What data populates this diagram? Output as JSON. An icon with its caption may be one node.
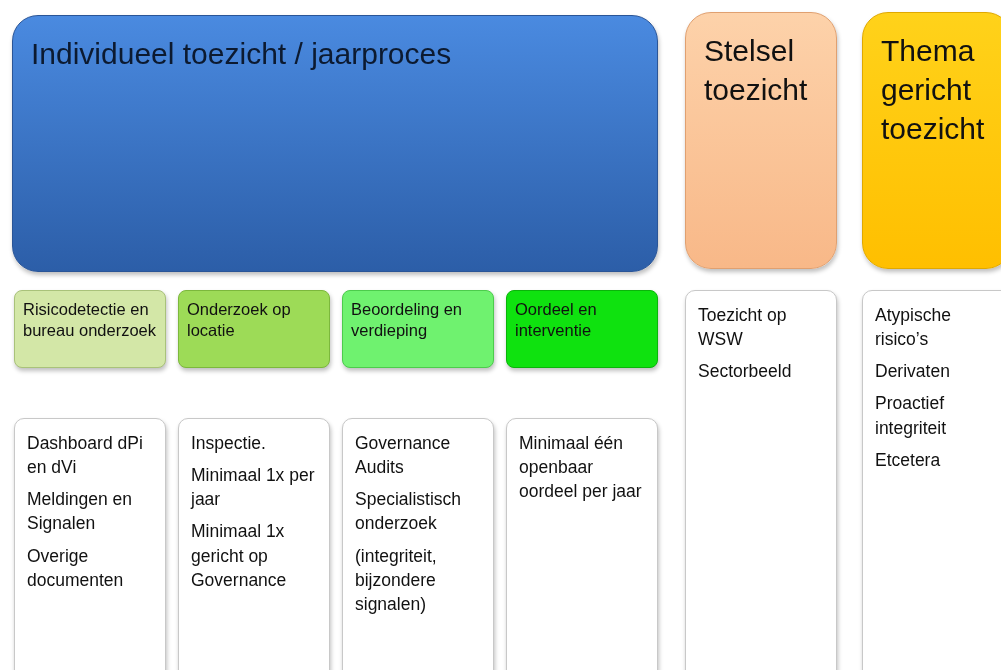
{
  "diagram": {
    "nodes": [
      {
        "text": [
          "Individueel toezicht / jaarproces"
        ]
      },
      {
        "text": [
          "Stelsel toezicht"
        ]
      },
      {
        "text": [
          "Thema gericht toezicht"
        ]
      },
      {
        "text": [
          "Risicodetectie en bureau onderzoek"
        ]
      },
      {
        "text": [
          "Onderzoek op locatie"
        ]
      },
      {
        "text": [
          "Beoordeling en verdieping"
        ]
      },
      {
        "text": [
          "Oordeel en interventie"
        ]
      },
      {
        "text": [
          "Dashboard dPi en dVi",
          "Meldingen en Signalen",
          "Overige documenten"
        ]
      },
      {
        "text": [
          "Inspectie.",
          "Minimaal 1x per jaar",
          "Minimaal 1x gericht op Governance"
        ]
      },
      {
        "text": [
          "Governance Audits",
          "Specialistisch onderzoek",
          "(integriteit, bijzondere signalen)"
        ]
      },
      {
        "text": [
          "Minimaal één openbaar oordeel per jaar"
        ]
      },
      {
        "text": [
          "Toezicht op WSW",
          "Sectorbeeld"
        ]
      },
      {
        "text": [
          "Atypische risico’s",
          "Derivaten",
          "Proactief integriteit",
          "Etcetera"
        ]
      }
    ]
  }
}
